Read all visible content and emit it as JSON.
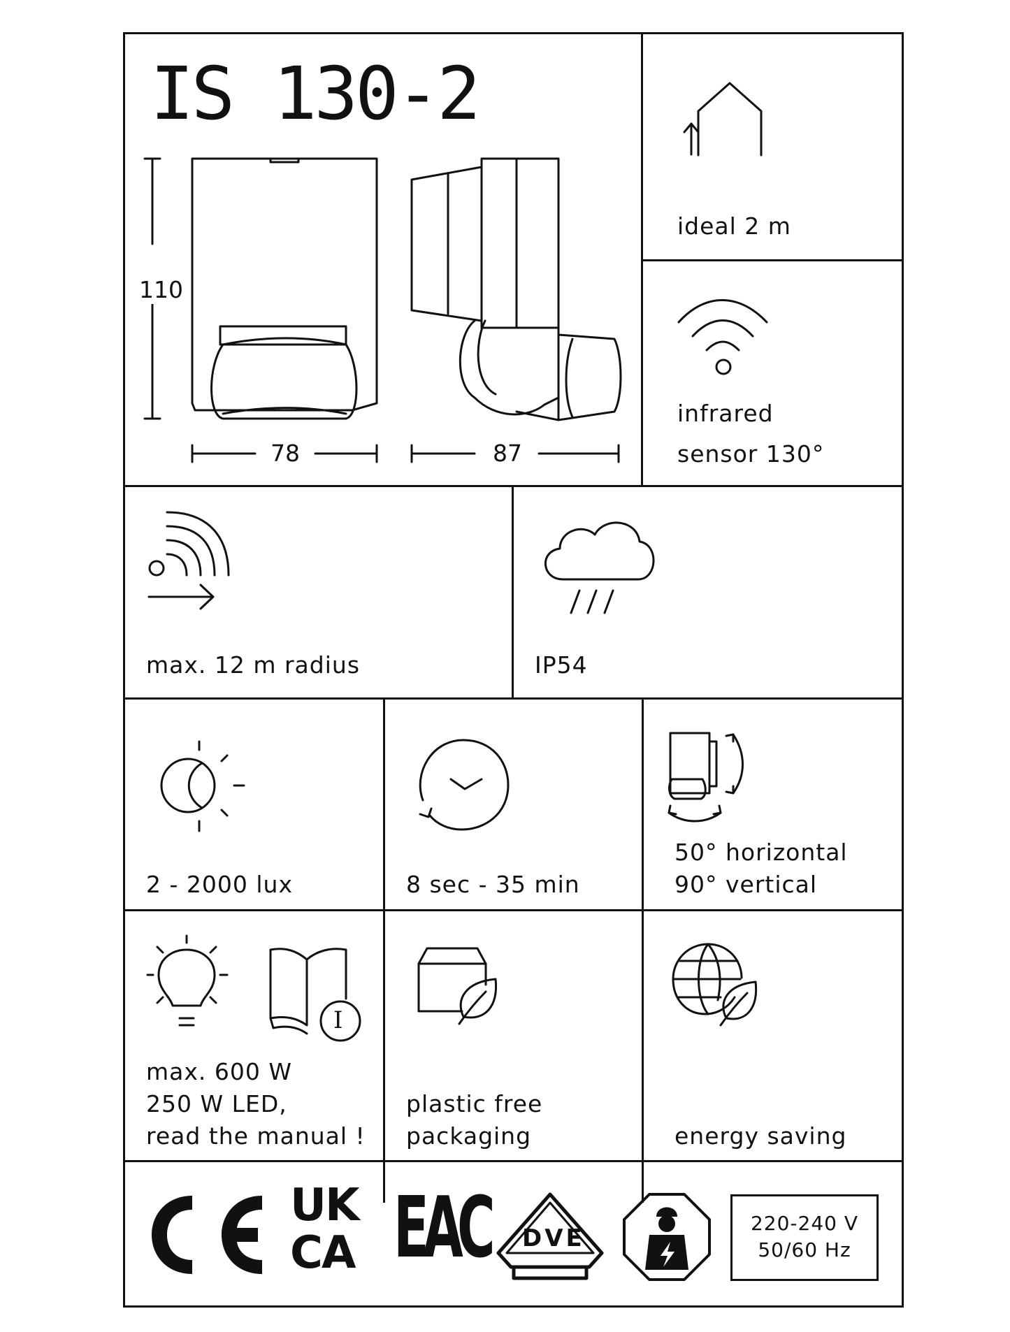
{
  "product": {
    "model": "IS 130-2"
  },
  "dimensions": {
    "height": "110",
    "width_front": "78",
    "width_side": "87"
  },
  "features": {
    "mounting_height": {
      "icon": "house-height-icon",
      "label": "ideal 2 m"
    },
    "sensor": {
      "icon": "wifi-signal-icon",
      "line1": "infrared",
      "line2": "sensor 130°"
    },
    "range": {
      "icon": "range-radius-icon",
      "label": "max. 12 m radius"
    },
    "protection": {
      "icon": "rain-cloud-icon",
      "label": "IP54"
    },
    "twilight": {
      "icon": "moon-sun-icon",
      "label": "2 - 2000 lux"
    },
    "time": {
      "icon": "clock-icon",
      "label": "8 sec - 35 min"
    },
    "rotation": {
      "icon": "sensor-rotate-icon",
      "line1": "50° horizontal",
      "line2": "90° vertical"
    },
    "load": {
      "icon": "lightbulb-icon",
      "line1": "max. 600 W",
      "line2": "250 W LED,",
      "line3": "read the manual !"
    },
    "manual": {
      "icon": "manual-info-icon",
      "glyph": "I"
    },
    "packaging": {
      "icon": "box-leaf-icon",
      "line1": "plastic free",
      "line2": "packaging"
    },
    "energy": {
      "icon": "globe-leaf-icon",
      "label": "energy saving"
    }
  },
  "certifications": {
    "ce": "CE",
    "ukca_top": "UK",
    "ukca_bottom": "CA",
    "eac": "EAC",
    "dve": "DVE",
    "electrician_icon": "electrician-icon"
  },
  "power": {
    "voltage": "220-240 V",
    "frequency": "50/60 Hz"
  }
}
